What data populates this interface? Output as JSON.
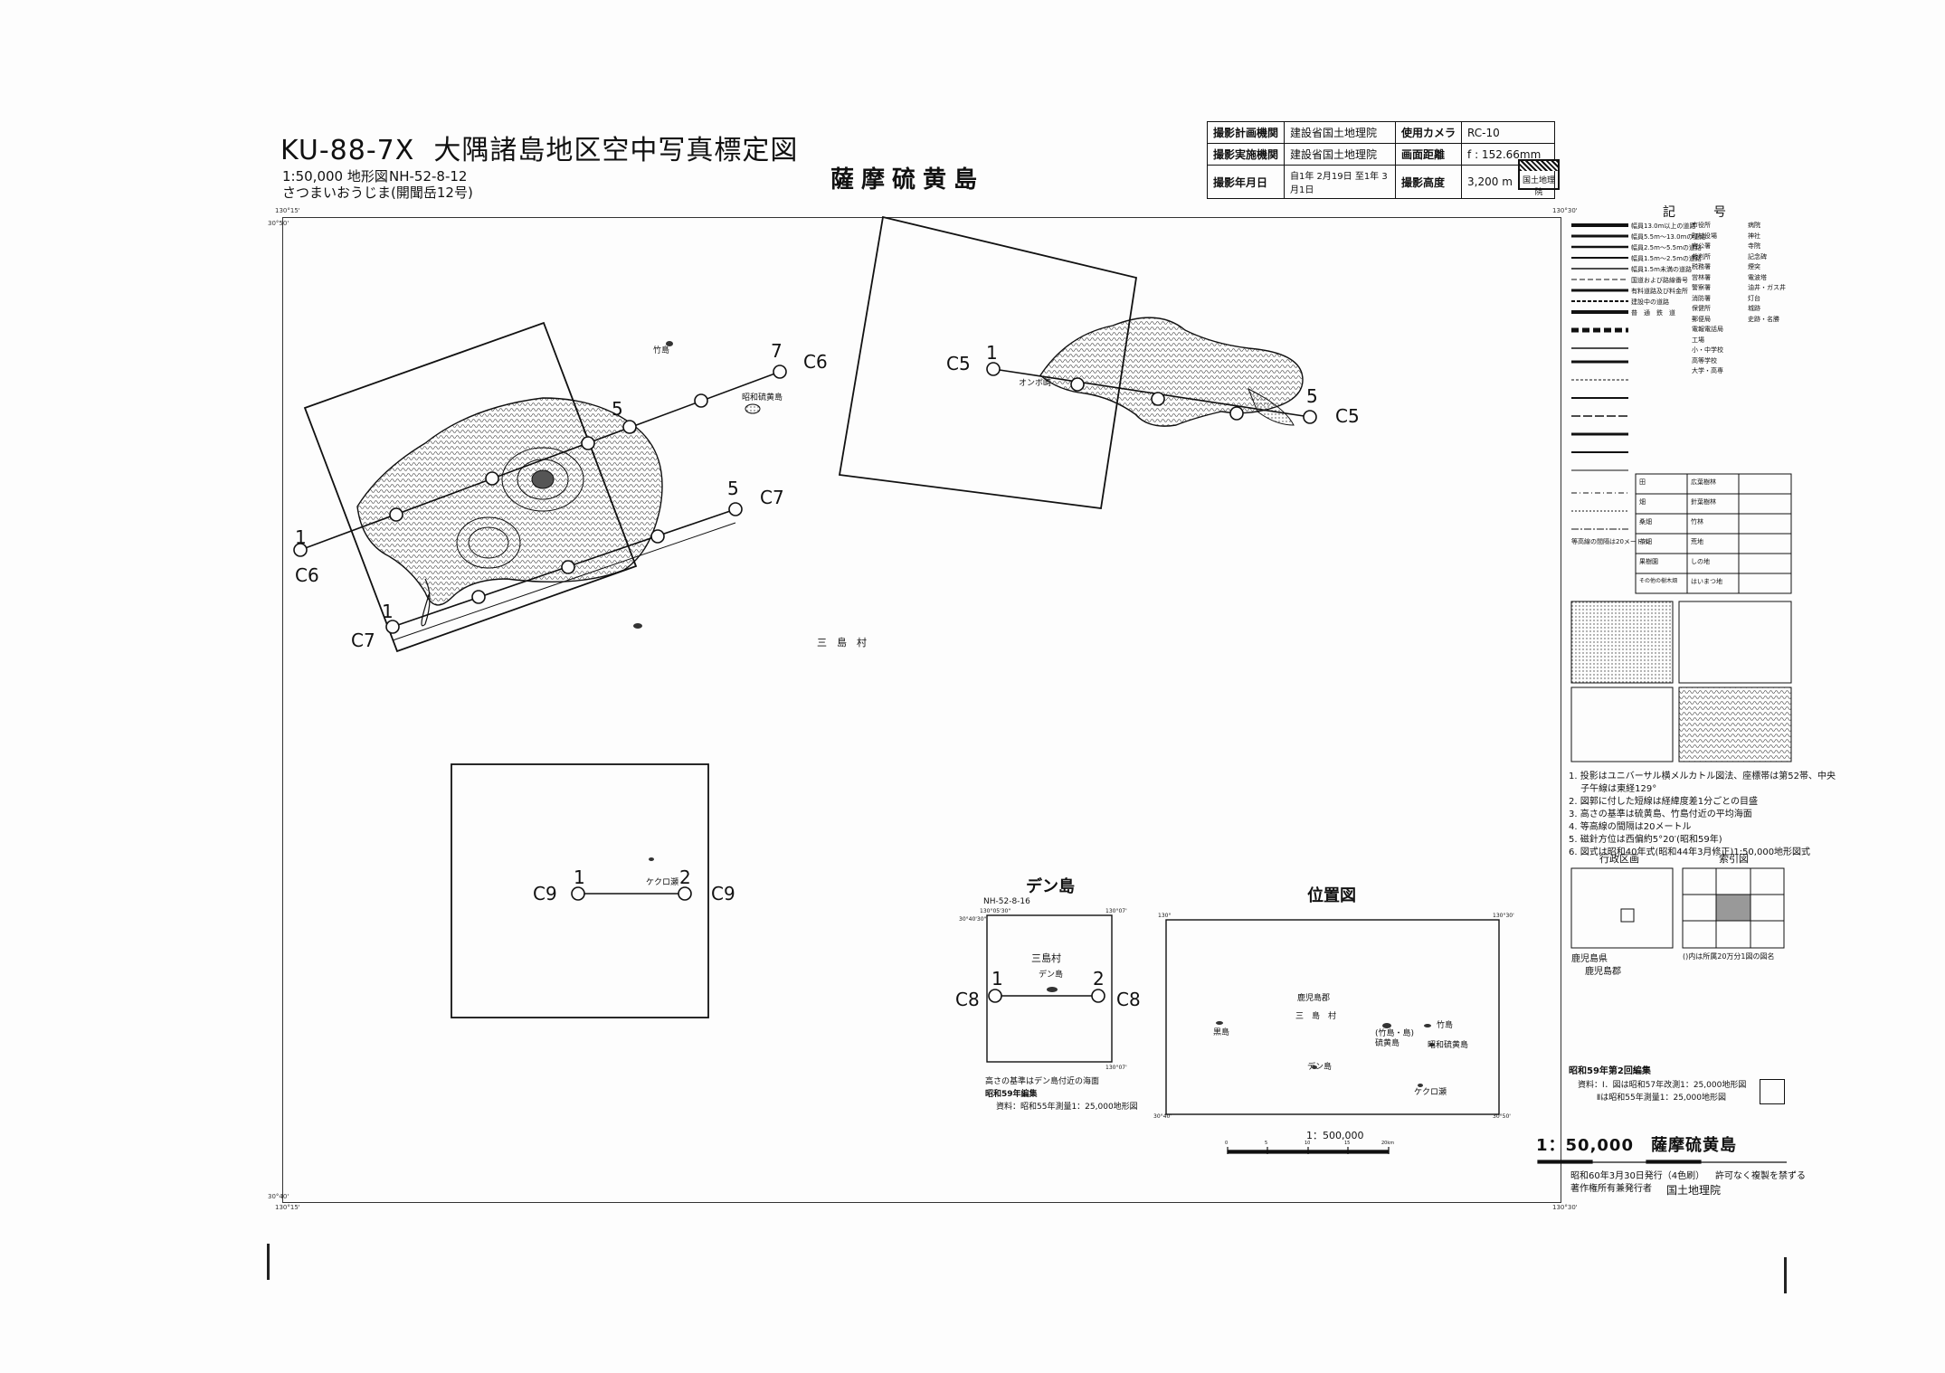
{
  "header": {
    "sheet_code": "KU-88-7X",
    "title": "大隅諸島地区空中写真標定図",
    "base_map": "1:50,000 地形図",
    "map_reading": "さつまいおうじま",
    "map_number": "NH-52-8-12",
    "map_series_note": "(開聞岳12号)"
  },
  "photo_info": {
    "rows": [
      [
        "撮影計画機関",
        "建設省国土地理院",
        "使用カメラ",
        "RC-10"
      ],
      [
        "撮影実施機関",
        "建設省国土地理院",
        "画面距離",
        "f : 152.66mm"
      ],
      [
        "撮影年月日",
        "自1年 2月19日 至1年 3月1日",
        "撮影高度",
        "3,200 m"
      ]
    ]
  },
  "map_name": "薩摩硫黄島",
  "logo": {
    "label": "国土地理院",
    "icon": "gsi-logo-icon"
  },
  "frame_ticks": {
    "top_left": "130°15'",
    "top_right": "130°30'",
    "left_top": "30°50'",
    "bottom_left": "130°15'",
    "bottom_right": "130°30'",
    "left_bottom": "30°40'"
  },
  "flight_lines": [
    {
      "id": "C6",
      "start": "1",
      "end": "7",
      "label": "C6"
    },
    {
      "id": "C7",
      "start": "1",
      "end": "5",
      "label": "C7"
    },
    {
      "id": "C5",
      "start": "1",
      "end": "5",
      "label": "C5"
    },
    {
      "id": "C9",
      "start": "1",
      "end": "2",
      "label": "C9"
    },
    {
      "id": "C8",
      "start": "1",
      "end": "2",
      "label": "C8"
    }
  ],
  "place_labels": {
    "mishima_village": "三　島　村",
    "showa_iwojima": "昭和硫黄島",
    "takeshima_lbl": "竹島",
    "kekuro": "ケクロ瀬",
    "oninmisaki": "オンボ崎"
  },
  "den_inset": {
    "title": "デン島",
    "map_number": "NH-52-8-16",
    "village": "三島村",
    "island": "デン島",
    "coord_tl": "130°05'30\"",
    "coord_tr": "130°07'",
    "coord_lt": "30°40'30\"",
    "coord_bl": "130°07'",
    "note1": "高さの基準はデン島付近の海面",
    "note2": "昭和59年編集",
    "note3": "資料：昭和55年測量1：25,000地形図"
  },
  "location_inset": {
    "title": "位置図",
    "scale": "1：500,000",
    "labels": {
      "kagoshima_gun": "鹿児島郡",
      "mishima": "三　島　村",
      "kuroshima": "黒島",
      "iwojima": "(竹島・島)\n硫黄島",
      "takeshima": "竹島",
      "showa": "昭和硫黄島",
      "den": "デン島",
      "kekuro": "ケクロ瀬"
    },
    "coords": [
      "130°",
      "130°30'",
      "30°40'",
      "30°50'"
    ],
    "scale_ticks": [
      "0",
      "5",
      "10",
      "15",
      "20km"
    ]
  },
  "legend": {
    "title": "記　号",
    "road_items": [
      "幅員13.0m以上の道路",
      "幅員5.5m～13.0mの道路",
      "幅員2.5m～5.5mの道路",
      "幅員1.5m～2.5mの道路",
      "幅員1.5m未満の道路",
      "国道および路線番号",
      "有料道路及び料金所",
      "建設中の道路",
      "普　通　鉄　道"
    ],
    "symbol_items": [
      "市役所",
      "町村役場",
      "官公署",
      "裁判所",
      "税務署",
      "営林署",
      "警察署",
      "消防署",
      "保健所",
      "郵便局",
      "電報電話局",
      "工場",
      "小・中学校",
      "高等学校",
      "大学・高専",
      "病院",
      "神社",
      "寺院",
      "記念碑",
      "煙突",
      "電波塔",
      "油井・ガス井",
      "灯台",
      "城跡",
      "史跡・名勝"
    ],
    "land_items": [
      "田",
      "畑",
      "桑畑",
      "茶畑",
      "果樹園",
      "その他の樹木畑",
      "広葉樹林",
      "針葉樹林",
      "竹林",
      "荒地",
      "しの地",
      "はいまつ地"
    ],
    "contour_note": "等高線の間隔は20メートル"
  },
  "notes": [
    "1. 投影はユニバーサル横メルカトル図法、座標帯は第52帯、中央",
    "　 子午線は東経129°",
    "2. 図郭に付した短線は経緯度差1分ごとの目盛",
    "3. 高さの基準は硫黄島、竹島付近の平均海面",
    "4. 等高線の間隔は20メートル",
    "5. 磁針方位は西偏約5°20′(昭和59年)",
    "6. 図式は昭和40年式(昭和44年3月修正)1:50,000地形図式"
  ],
  "admin_index": {
    "admin_title": "行政区画",
    "index_title": "索引図",
    "pref": "鹿児島県",
    "gun": "鹿児島郡",
    "index_note": "()内は所属20万分1図の図名"
  },
  "edition": {
    "title": "昭和59年第2回編集",
    "src1": "資料：I．図は昭和57年改測1：25,000地形図",
    "src2": "　　 Ⅱは昭和55年測量1：25,000地形図"
  },
  "footer": {
    "scale_title": "1：50,000　薩摩硫黄島",
    "issued": "昭和60年3月30日発行（4色刷）",
    "copyright": "許可なく複製を禁ずる",
    "publisher_lbl": "著作権所有兼発行者",
    "publisher": "国土地理院"
  },
  "colors": {
    "ink": "#111111",
    "paper": "#fdfdfd"
  }
}
